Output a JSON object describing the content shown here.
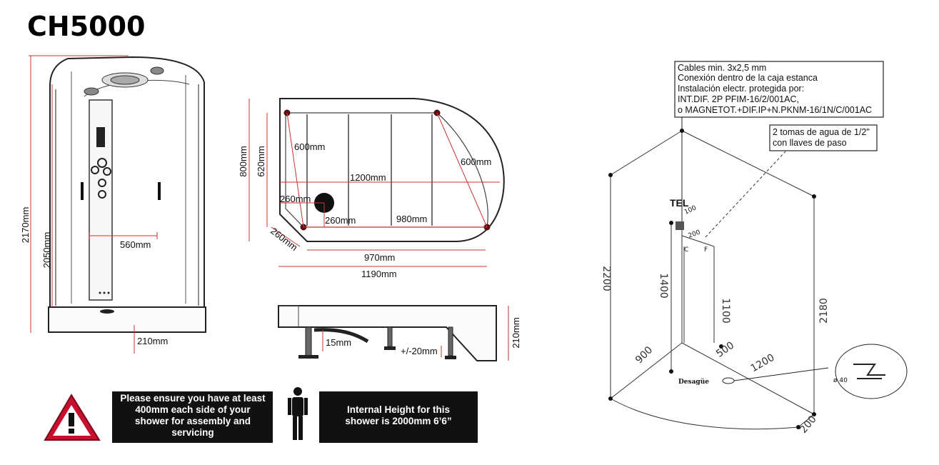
{
  "title": "CH5000",
  "front_view": {
    "height_total": "2170mm",
    "height_enclosure": "2050mm",
    "door_width": "560mm",
    "tray_height": "210mm"
  },
  "plan_view": {
    "depth_outer": "800mm",
    "depth_inner": "620mm",
    "side_left": "600mm",
    "side_right": "600mm",
    "inner_width": "1200mm",
    "waste_offset_x": "260mm",
    "waste_offset_y": "260mm",
    "corner_diag": "260mm",
    "front_inner": "980mm",
    "front_outer": "970mm",
    "overall_width": "1190mm"
  },
  "side_view": {
    "waste_height": "15mm",
    "leg_adjust": "+/-20mm",
    "tray_height": "210mm"
  },
  "warnings": {
    "clearance": [
      "Please ensure you have at least",
      "400mm each side of your",
      "shower for assembly and",
      "servicing"
    ],
    "internal_height": [
      "Internal Height for this",
      "shower is 2000mm 6’6”"
    ]
  },
  "install_notes": {
    "electrical": [
      "Cables min. 3x2,5 mm",
      "Conexión dentro de la caja estanca",
      "Instalación electr. protegida por:",
      "INT.DIF. 2P PFIM-16/2/001AC,",
      "o MAGNETOT.+DIF.IP+N.PKNM-16/1N/C/001AC"
    ],
    "water": [
      "2 tomas de agua de 1/2\"",
      "con llaves de paso"
    ]
  },
  "install_drawing": {
    "tel": "TEL",
    "dim_100": "100",
    "dim_200_top": "200",
    "label_c": "C",
    "label_f": "F",
    "h_2200": "2200",
    "h_1400": "1400",
    "h_1100": "1100",
    "h_2180": "2180",
    "w_900": "900",
    "w_500": "500",
    "w_1200": "1200",
    "w_200": "200",
    "drain": "Desagüe",
    "drain_dia": "ø 40"
  }
}
